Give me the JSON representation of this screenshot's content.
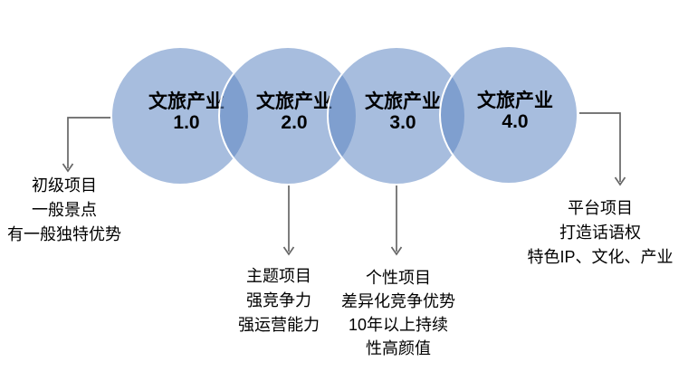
{
  "colors": {
    "circle_fill": "rgba(95,135,195,0.55)",
    "circle_single_appearance": "#a7bfdf",
    "circle_overlap_appearance": "#7f9fc9",
    "circle_stroke": "#ffffff",
    "connector": "#666666",
    "text": "#000000"
  },
  "stages": [
    {
      "name": "文旅产业",
      "version": "1.0",
      "notes": [
        "初级项目",
        "一般景点",
        "有一般独特优势"
      ]
    },
    {
      "name": "文旅产业",
      "version": "2.0",
      "notes": [
        "主题项目",
        "强竞争力",
        "强运营能力"
      ]
    },
    {
      "name": "文旅产业",
      "version": "3.0",
      "notes": [
        "个性项目",
        "差异化竞争优势",
        "10年以上持续",
        "性高颜值"
      ]
    },
    {
      "name": "文旅产业",
      "version": "4.0",
      "notes": [
        "平台项目",
        "打造话语权",
        "特色IP、文化、产业"
      ]
    }
  ]
}
